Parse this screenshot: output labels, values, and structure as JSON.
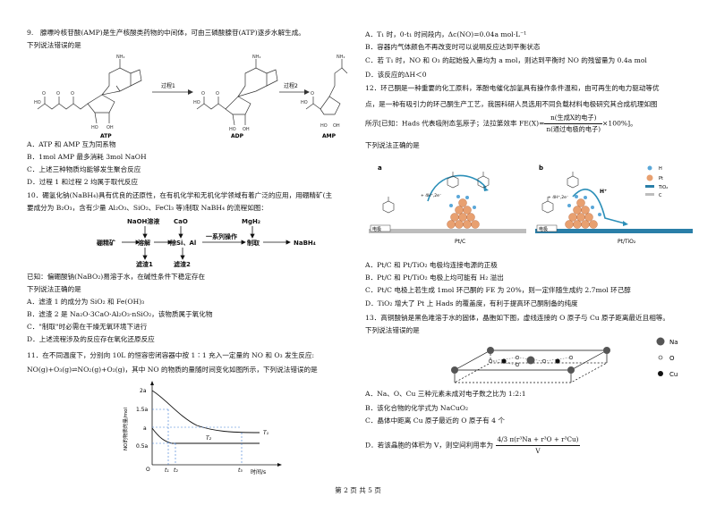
{
  "page_footer": "第 2 页 共 5 页",
  "q9": {
    "stem": "9.　腺嘌呤核苷酸(AMP)是生产核酸类药物的中间体，可由三磷酸腺苷(ATP)逐步水解生成。",
    "sub": "下列说法错误的是",
    "atp": "ATP",
    "adp": "ADP",
    "amp": "AMP",
    "step1": "过程1",
    "step2": "过程2",
    "options": [
      "A．ATP 和 AMP 互为同系物",
      "B．1mol AMP 最多消耗 3mol NaOH",
      "C．上述三种物质均能够发生聚合反应",
      "D．过程 1 和过程 2 均属于取代反应"
    ]
  },
  "q10": {
    "stem1": "10．硼氢化钠(NaBH₄)具有优良的还原性，在有机化学和无机化学领域有着广泛的应用，用硼精矿(主",
    "stem2": "要成分为 B₂O₃，含有少量 Al₂O₃、SiO₂、FeCl₃ 等)制取 NaBH₄ 的流程如图：",
    "flow": {
      "naoh": "NaOH溶液",
      "cao": "CaO",
      "mgh2": "MgH₂",
      "start": "硼精矿",
      "s1": "溶解",
      "s2": "除Si、Al",
      "s3": "一系列操作",
      "s4": "制取",
      "end": "NaBH₄",
      "r1": "滤渣1",
      "r2": "滤渣2"
    },
    "note": "已知：偏硼酸钠(NaBO₂)易溶于水，在碱性条件下稳定存在",
    "sub": "下列说法正确的是",
    "options": [
      "A．滤渣 1 的成分为 SiO₂ 和 Fe(OH)₃",
      "B．滤渣 2 是 Na₂O·3CaO·Al₂O₃·nSiO₂，该物质属于氧化物",
      "C．\"制取\"时必需在干燥无氧环境下进行",
      "D．上述流程涉及的反应存在氧化还原反应"
    ]
  },
  "q11": {
    "stem1": "11．在不同温度下，分别向 10L 的恒容密闭容器中按 1∶1 充入一定量的 NO 和 O₃ 发生反应:",
    "stem2": "NO(g)+O₃(g)⇌NO₂(g)+O₂(g)，其中 NO 的物质的量随时间变化如图所示，下列说法错误的是",
    "graph": {
      "ylabel": "NO的物质的量/mol",
      "xlabel": "时间/s",
      "yticks": [
        "2a",
        "1.5a",
        "a",
        "0.5a"
      ],
      "xticks": [
        "t₁",
        "t₂",
        "t₃"
      ],
      "origin": "O",
      "T1": "T₁",
      "T2": "T₂"
    },
    "options": [
      "A．T₁ 时，0-t₁ 时间段内，Δc(NO)=0.04a mol·L⁻¹",
      "B．容器内气体颜色不再改变时可以说明反应达到平衡状态",
      "C．若 T₁ 时，NO 和 O₃ 的起始投入量均为 a mol，则达到平衡时 NO 的残留量为 0.4a mol",
      "D．该反应的ΔH＜0"
    ]
  },
  "q12": {
    "stem1": "12．环己酮是一种重要的化工原料，苯酚电催化加氢具有操作条件温和，由可再生的电力驱动等优",
    "stem2": "点，是一种有吸引力的环己酮生产工艺，我国科研人员选用不同负载材料电极研究其合成机理如图",
    "stem3a": "所示[已知：Hads 代表吸附态氢原子；法拉第效率 FE(X)=",
    "frac_num": "n(生成X的电子)",
    "frac_den": "n(通过电极的电子)",
    "stem3b": "×100%]。",
    "sub": "下列说法正确的是",
    "fig": {
      "a": "a",
      "b": "b",
      "pc": "Pt/C",
      "ptio2": "Pt/TiO₂",
      "legend": [
        "H",
        "Pt",
        "TiO₂",
        "C"
      ],
      "electrode": "电极",
      "he": "+ 4H⁺,2e⁻",
      "hplus": "H⁺"
    },
    "options": [
      "A．Pt/C 和 Pt/TiO₂ 电极均连接电源的正极",
      "B．Pt/C 和 Pt/TiO₂ 电极上均可能有 H₂ 溢出",
      "C．Pt/C 电极上若生成 1mol 环己酮的 FE 为 20%，则一定伴随生成约 2.7mol 环己醇",
      "D．TiO₂ 增大了 Pt 上 Hads 的覆盖度，有利于提高环己酮制备的纯度"
    ]
  },
  "q13": {
    "stem": "13．高铜酸钠是黑色难溶于水的固体，晶胞如下图，虚线连接的 O 原子与 Cu 原子距离最近且相等。",
    "sub": "下列说法错误的是",
    "legend": [
      "Na",
      "O",
      "Cu"
    ],
    "options": [
      "A．Na、O、Cu 三种元素未成对电子数之比为 1:2:1",
      "B．该化合物的化学式为 NaCuO₂",
      "C．晶体中距离 Cu 原子最近的 O 原子有 4 个"
    ],
    "optD": "D．若该晶胞的体积为 V，则空间利用率为",
    "optD_num": "4/3 π(r³Na + r³O + r³Cu)",
    "optD_den": "V"
  }
}
